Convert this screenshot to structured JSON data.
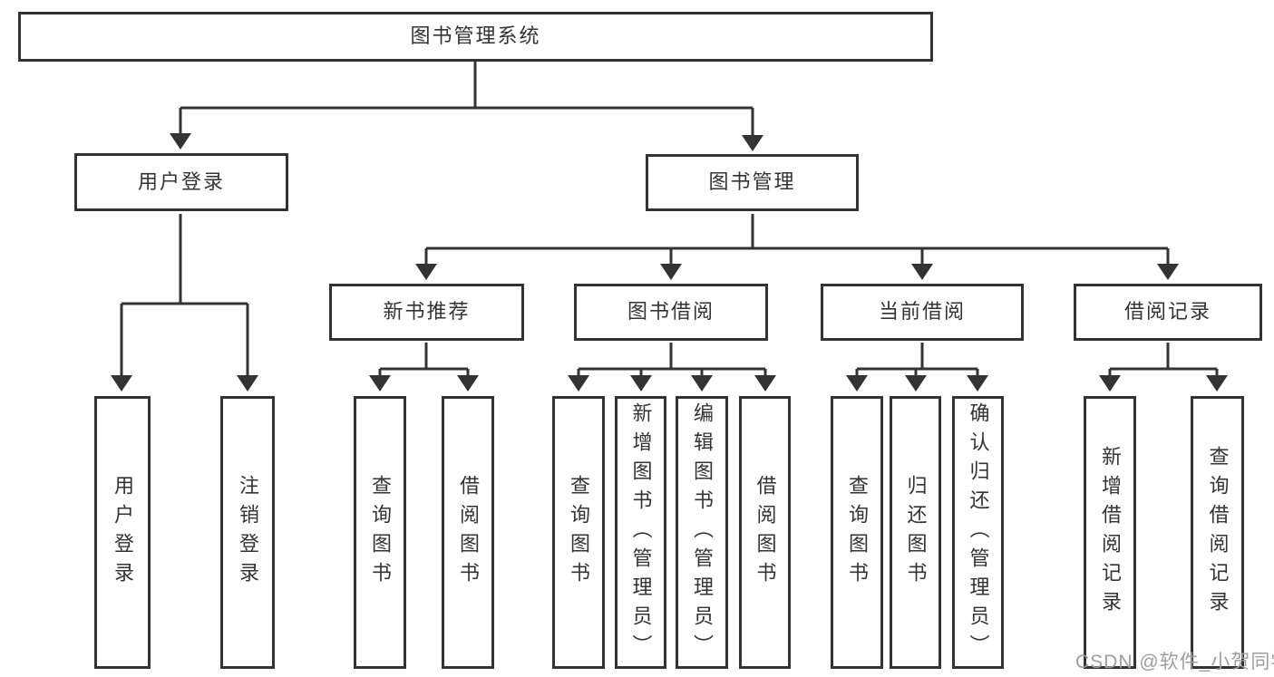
{
  "diagram": {
    "root_label": "图书管理系统",
    "branches": {
      "user_login": "用户登录",
      "book_management": "图书管理"
    },
    "modules": {
      "new_book_recommend": "新书推荐",
      "book_borrow": "图书借阅",
      "current_borrow": "当前借阅",
      "borrow_records": "借阅记录"
    },
    "functions": {
      "user_login": "用户登录",
      "logout": "注销登录",
      "recommend_query_books": "查询图书",
      "recommend_borrow_books": "借阅图书",
      "borrow_query_books": "查询图书",
      "borrow_add_books_admin": "新增图书（管理员）",
      "borrow_edit_books_admin": "编辑图书（管理员）",
      "borrow_borrow_books": "借阅图书",
      "current_query_books": "查询图书",
      "current_return_books": "归还图书",
      "current_confirm_return_admin": "确认归还（管理员）",
      "records_add_record": "新增借阅记录",
      "records_query_record": "查询借阅记录"
    }
  },
  "watermark": "CSDN @软件_小贺同学",
  "colors": {
    "line": "#333333",
    "text": "#333333",
    "watermark": "#9e9e9e",
    "background": "#ffffff"
  }
}
